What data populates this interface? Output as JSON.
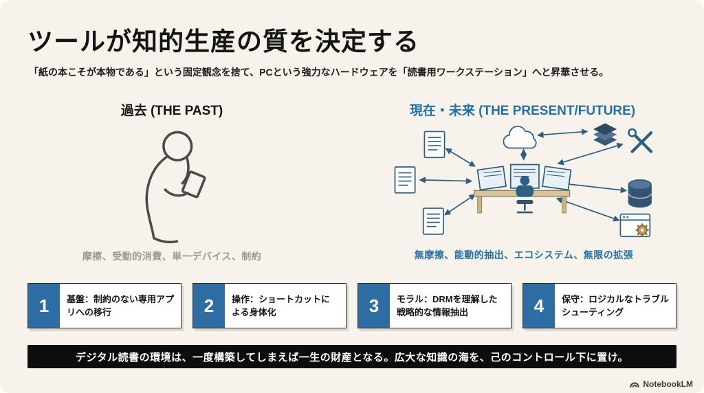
{
  "slide": {
    "title": "ツールが知的生産の質を決定する",
    "subtitle": "「紙の本こそが本物である」という固定観念を捨て、PCという強力なハードウェアを「読書用ワークステーション」へと昇華させる。",
    "past": {
      "header": "過去 (THE PAST)",
      "caption": "摩擦、受動的消費、単一デバイス、制約"
    },
    "future": {
      "header": "現在・未来 (THE PRESENT/FUTURE)",
      "caption": "無摩擦、能動的抽出、エコシステム、無限の拡張"
    },
    "steps": [
      {
        "number": "1",
        "text": "基盤：制約のない専用アプリへの移行"
      },
      {
        "number": "2",
        "text": "操作：ショートカットによる身体化"
      },
      {
        "number": "3",
        "text": "モラル：DRMを理解した戦略的な情報抽出"
      },
      {
        "number": "4",
        "text": "保守：ロジカルなトラブルシューティング"
      }
    ],
    "banner": "デジタル読書の環境は、一度構築してしまえば一生の財産となる。広大な知識の海を、己のコントロール下に置け。",
    "footer_brand": "NotebookLM",
    "colors": {
      "background": "#f7f3ea",
      "accent_blue": "#2470a8",
      "number_square_blue": "#2e6da4",
      "banner_bg": "#0d0d0d",
      "past_caption_gray": "#9a9a96"
    }
  }
}
